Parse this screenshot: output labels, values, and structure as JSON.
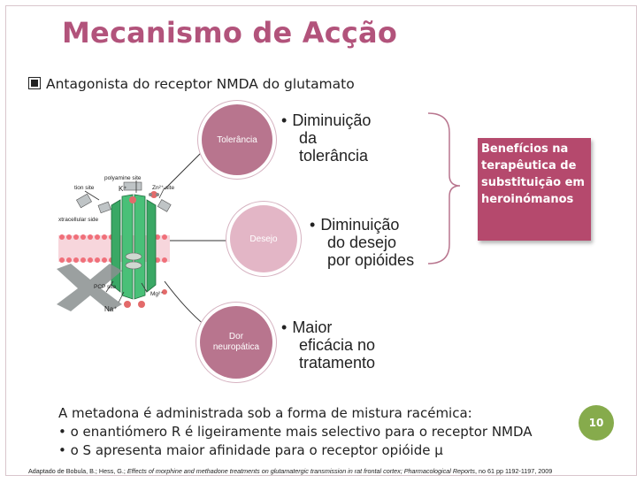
{
  "slide": {
    "title": "Mecanismo de Acção",
    "bullet": "Antagonista do receptor NMDA do glutamato",
    "diagram": {
      "nodes": [
        {
          "label": "Tolerância",
          "text_lines": [
            "Diminuição",
            "da",
            "tolerância"
          ]
        },
        {
          "label": "Desejo",
          "text_lines": [
            "Diminuição",
            "do desejo",
            "por opióides"
          ]
        },
        {
          "label_lines": [
            "Dor",
            "neuropática"
          ],
          "text_lines": [
            "Maior",
            "eficácia no",
            "tratamento"
          ]
        }
      ],
      "receptor_labels": {
        "polyamine": "polyamine site",
        "k": "K⁺",
        "zn": "Zn²⁺ site",
        "tion": "tion site",
        "extracellular": "xtracellular side",
        "pcp": "PCP site",
        "mg": "Mg²⁺",
        "na": "Na⁺"
      }
    },
    "benefits_box": "Benefícios na terapêutica de substituição em heroinómanos",
    "paragraph": {
      "line1": "A metadona é administrada sob a forma de mistura racémica:",
      "line2": "• o enantiómero R é ligeiramente mais selectivo para o receptor NMDA",
      "line3": "• o S apresenta maior afinidade para o receptor opióide µ"
    },
    "page_number": "10",
    "citation": {
      "authors": "Adaptado de Bobula, B.; Hess, G.;",
      "title": "Effects of morphine and methadone treatments on glutamatergic transmission in rat frontal cortex; Pharmacological Reports",
      "rest": ", no 61 pp 1192-1197, 2009"
    }
  },
  "colors": {
    "title": "#b2537b",
    "circle": "#b8758e",
    "circle_light": "#e3b6c6",
    "benefit_box": "#b5496d",
    "page_badge": "#86ab4c"
  }
}
